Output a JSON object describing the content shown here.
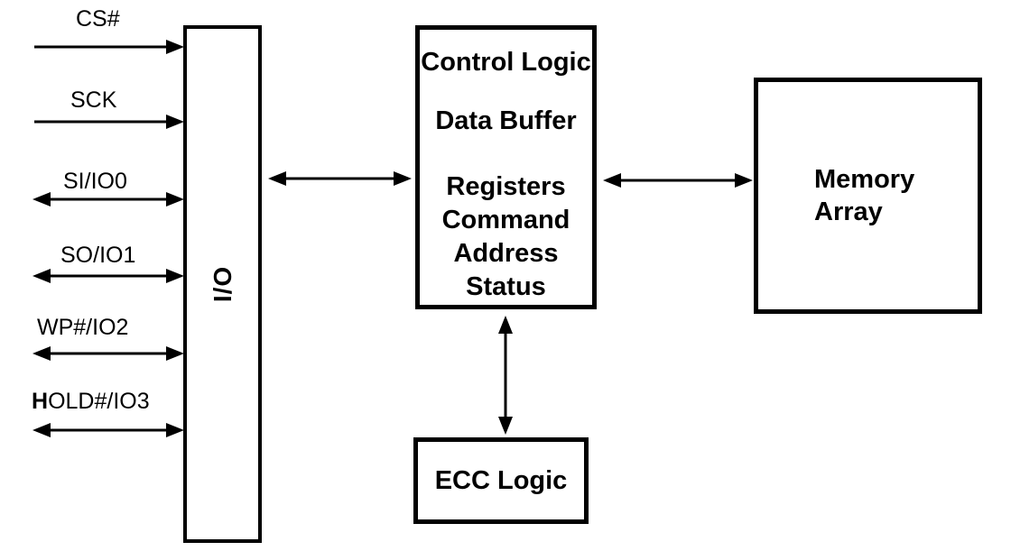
{
  "colors": {
    "background": "#ffffff",
    "foreground": "#000000"
  },
  "signals": [
    {
      "label": "CS#",
      "direction": "input"
    },
    {
      "label": "SCK",
      "direction": "input"
    },
    {
      "label": "SI/IO0",
      "direction": "bidirectional"
    },
    {
      "label": "SO/IO1",
      "direction": "bidirectional"
    },
    {
      "label": "WP#/IO2",
      "direction": "bidirectional"
    },
    {
      "label": "HOLD#/IO3",
      "direction": "bidirectional"
    }
  ],
  "blocks": {
    "io": {
      "label": "I/O"
    },
    "control": {
      "title": "Control Logic",
      "buffer_line": "Data Buffer",
      "register_lines": [
        "Registers",
        "Command",
        "Address",
        "Status"
      ]
    },
    "memory": {
      "label": "Memory\nArray"
    },
    "ecc": {
      "label": "ECC Logic"
    }
  }
}
